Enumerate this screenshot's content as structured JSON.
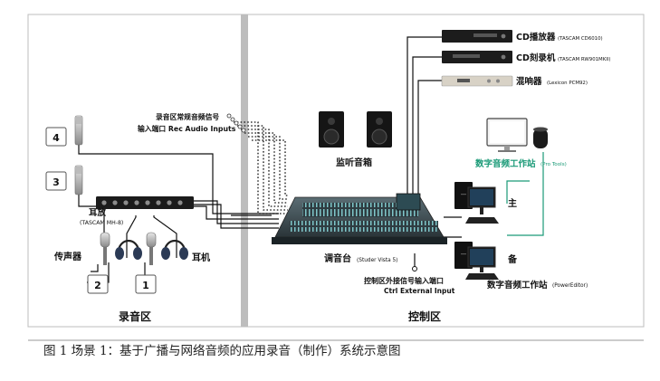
{
  "zones": {
    "recording": "录音区",
    "control": "控制区"
  },
  "recording_area": {
    "rec_inputs_cn": "录音区常规音频信号",
    "rec_inputs_en": "输入端口 Rec Audio Inputs",
    "headphone_amp_cn": "耳放",
    "headphone_amp_en": "(TASCAM MH-8)",
    "microphone": "传声器",
    "headphone": "耳机",
    "markers": [
      "4",
      "3",
      "2",
      "1"
    ]
  },
  "control_area": {
    "monitors": "监听音箱",
    "console_cn": "调音台",
    "console_en": "(Studer Vista 5)",
    "ctrl_ext_cn": "控制区外接信号输入端口",
    "ctrl_ext_en": "Ctrl External Input",
    "cd_player_cn": "CD播放器",
    "cd_player_en": "(TASCAM CD6010)",
    "cd_recorder_cn": "CD刻录机",
    "cd_recorder_en": "(TASCAM RW901MKII)",
    "reverb_cn": "混响器",
    "reverb_en": "(Lexicon PCM92)",
    "daw_main_cn": "数字音频工作站",
    "daw_main_en": "(Pro Tools)",
    "main_label": "主",
    "backup_label": "备",
    "daw_backup_cn": "数字音频工作站",
    "daw_backup_en": "(PowerEditor)"
  },
  "caption": "图 1   场景 1：基于广播与网络音频的应用录音（制作）系统示意图",
  "colors": {
    "accent_green": "#1a9a77",
    "divider": "#bdbdbd",
    "line": "#111111"
  }
}
